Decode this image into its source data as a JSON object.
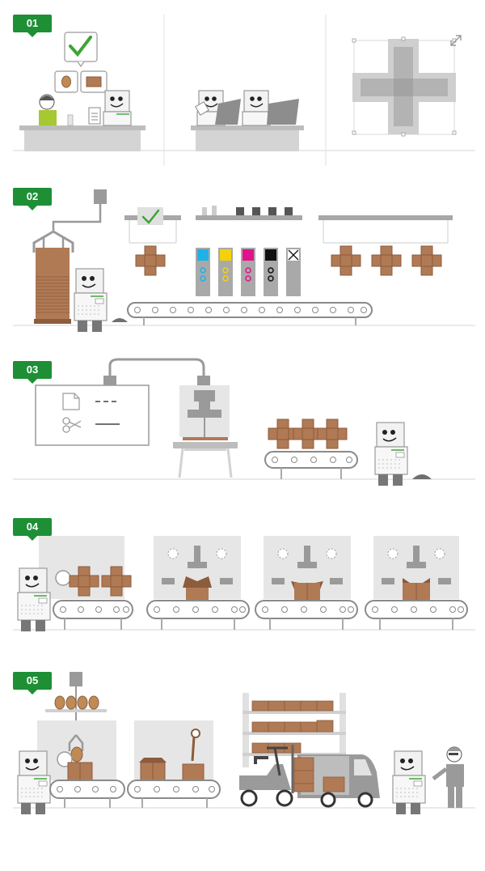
{
  "steps": [
    {
      "number": "01"
    },
    {
      "number": "02"
    },
    {
      "number": "03"
    },
    {
      "number": "04"
    },
    {
      "number": "05"
    }
  ],
  "colors": {
    "step_badge": "#1e8f35",
    "cardboard": "#b07a55",
    "cardboard_dark": "#8c5c3c",
    "machine_grey": "#9a9a9a",
    "panel_grey": "#e6e6e6",
    "check_green": "#3da535",
    "ink_cyan": "#1fb2e8",
    "ink_yellow": "#f4d10c",
    "ink_magenta": "#e0138c",
    "ink_black": "#111111"
  },
  "icons": [
    "checkmark-icon",
    "egg-icon",
    "box-icon",
    "clipboard-icon",
    "document-icon",
    "scissors-icon",
    "resize-arrow-icon",
    "forklift-icon",
    "truck-icon",
    "robot-icon",
    "person-icon",
    "gripper-icon"
  ]
}
